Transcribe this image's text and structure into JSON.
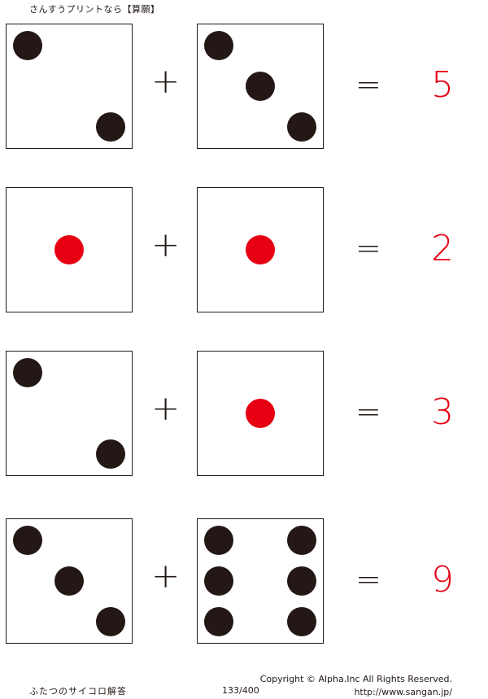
{
  "header": {
    "text": "さんすうプリントなら【算願】"
  },
  "colors": {
    "ink": "#231815",
    "accent": "#e60012"
  },
  "symbols": {
    "plus": "+",
    "equals": "="
  },
  "problems": [
    {
      "left": {
        "pips": 2,
        "color": "black"
      },
      "right": {
        "pips": 3,
        "color": "black"
      },
      "answer": "5"
    },
    {
      "left": {
        "pips": 1,
        "color": "red"
      },
      "right": {
        "pips": 1,
        "color": "red"
      },
      "answer": "2"
    },
    {
      "left": {
        "pips": 2,
        "color": "black"
      },
      "right": {
        "pips": 1,
        "color": "red"
      },
      "answer": "3"
    },
    {
      "left": {
        "pips": 3,
        "color": "black"
      },
      "right": {
        "pips": 6,
        "color": "black"
      },
      "answer": "9"
    }
  ],
  "footer": {
    "title": "ふたつのサイコロ解答",
    "page": "133/400",
    "copyright": "Copyright ©  Alpha.Inc All Rights Reserved.",
    "url": "http://www.sangan.jp/"
  }
}
